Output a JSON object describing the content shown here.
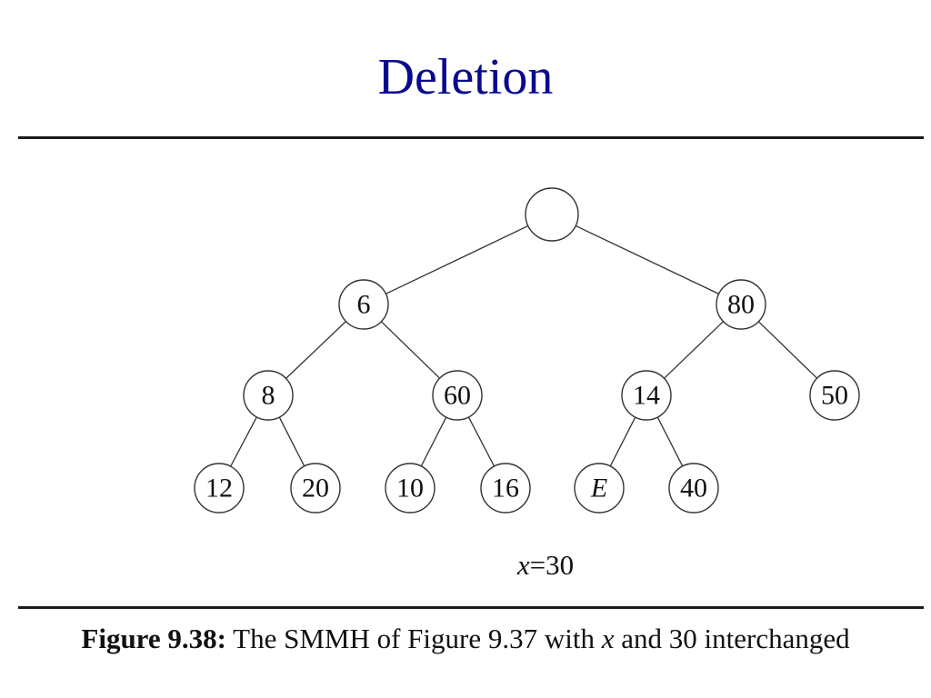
{
  "slide": {
    "title": "Deletion"
  },
  "tree": {
    "nodes": [
      {
        "id": "root",
        "label": "",
        "italic": false
      },
      {
        "id": "n6",
        "label": "6",
        "italic": false
      },
      {
        "id": "n80",
        "label": "80",
        "italic": false
      },
      {
        "id": "n8",
        "label": "8",
        "italic": false
      },
      {
        "id": "n60",
        "label": "60",
        "italic": false
      },
      {
        "id": "n14",
        "label": "14",
        "italic": false
      },
      {
        "id": "n50",
        "label": "50",
        "italic": false
      },
      {
        "id": "n12",
        "label": "12",
        "italic": false
      },
      {
        "id": "n20",
        "label": "20",
        "italic": false
      },
      {
        "id": "n10",
        "label": "10",
        "italic": false
      },
      {
        "id": "n16",
        "label": "16",
        "italic": false
      },
      {
        "id": "nE",
        "label": "E",
        "italic": true
      },
      {
        "id": "n40",
        "label": "40",
        "italic": false
      }
    ],
    "edges": [
      [
        "root",
        "n6"
      ],
      [
        "root",
        "n80"
      ],
      [
        "n6",
        "n8"
      ],
      [
        "n6",
        "n60"
      ],
      [
        "n80",
        "n14"
      ],
      [
        "n80",
        "n50"
      ],
      [
        "n8",
        "n12"
      ],
      [
        "n8",
        "n20"
      ],
      [
        "n60",
        "n10"
      ],
      [
        "n60",
        "n16"
      ],
      [
        "n14",
        "nE"
      ],
      [
        "n14",
        "n40"
      ]
    ]
  },
  "note": {
    "variable": "x",
    "equals_value": "=30"
  },
  "caption": {
    "label": "Figure 9.38:",
    "text_before": " The SMMH of Figure 9.37 with ",
    "variable": "x",
    "text_after": " and 30 interchanged"
  }
}
